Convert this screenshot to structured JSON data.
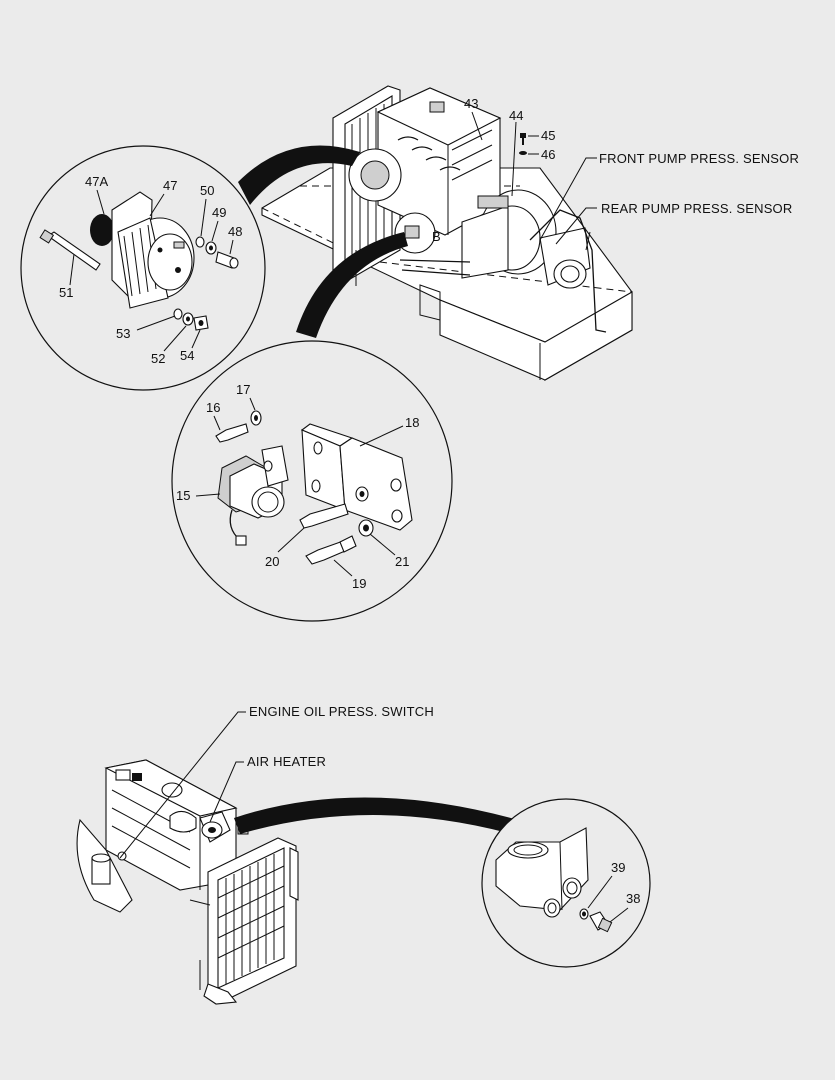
{
  "labels": {
    "p43": "43",
    "p44": "44",
    "p45": "45",
    "p46": "46",
    "front_sensor": "FRONT PUMP PRESS. SENSOR",
    "rear_sensor": "REAR PUMP PRESS. SENSOR",
    "p47A": "47A",
    "p47": "47",
    "p50": "50",
    "p49": "49",
    "p48": "48",
    "p51": "51",
    "p53": "53",
    "p52": "52",
    "p54": "54",
    "p17": "17",
    "p16": "16",
    "p18": "18",
    "p15": "15",
    "p20": "20",
    "p21": "21",
    "p19": "19",
    "oil_switch": "ENGINE OIL PRESS. SWITCH",
    "air_heater": "AIR HEATER",
    "p39": "39",
    "p38": "38",
    "p_b": "B"
  },
  "colors": {
    "background": "#ebebeb",
    "ink": "#111111",
    "part_fill": "#ffffff",
    "shade": "#cfcfcf"
  }
}
